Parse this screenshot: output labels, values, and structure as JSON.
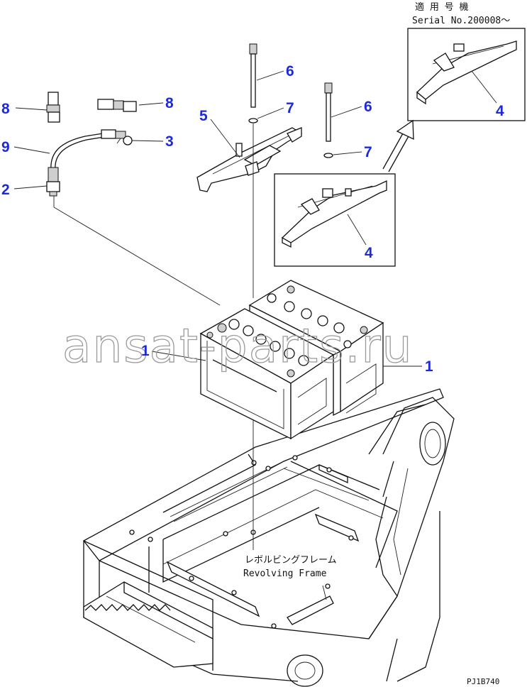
{
  "serial_heading": "適 用 号 機",
  "serial_number": "Serial No.200008～",
  "frame_label_jp": "レボルビングフレーム",
  "frame_label_en": "Revolving Frame",
  "watermark": "ansat-parts.ru",
  "drawing_code": "PJ1B740",
  "accent_color": "#1e2ad8",
  "callouts": {
    "c8a": "8",
    "c8b": "8",
    "c9": "9",
    "c2": "2",
    "c3": "3",
    "c5": "5",
    "c6a": "6",
    "c7a": "7",
    "c6b": "6",
    "c7b": "7",
    "c4a": "4",
    "c4b": "4",
    "c1a": "1",
    "c1b": "1"
  }
}
